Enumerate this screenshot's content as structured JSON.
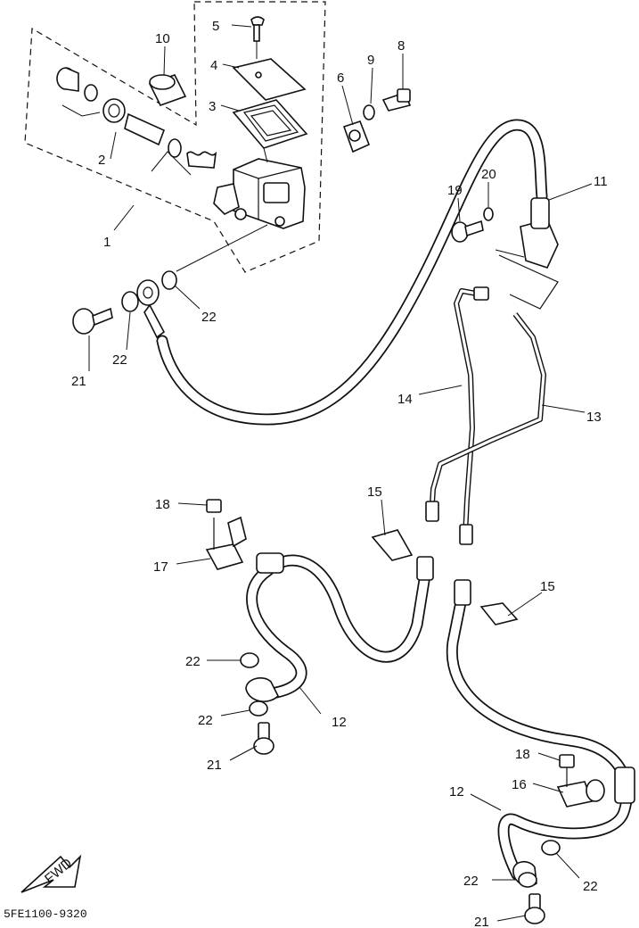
{
  "diagram": {
    "code": "5FE1100-9320",
    "fwd": "FWD"
  },
  "callouts": {
    "c1": "1",
    "c2": "2",
    "c3": "3",
    "c4": "4",
    "c5": "5",
    "c6": "6",
    "c8": "8",
    "c9": "9",
    "c10": "10",
    "c11": "11",
    "c12a": "12",
    "c12b": "12",
    "c13": "13",
    "c14": "14",
    "c15a": "15",
    "c15b": "15",
    "c16": "16",
    "c17": "17",
    "c18a": "18",
    "c18b": "18",
    "c19": "19",
    "c20": "20",
    "c21a": "21",
    "c21b": "21",
    "c21c": "21",
    "c22a": "22",
    "c22b": "22",
    "c22c": "22",
    "c22d": "22",
    "c22e": "22",
    "c22f": "22"
  }
}
